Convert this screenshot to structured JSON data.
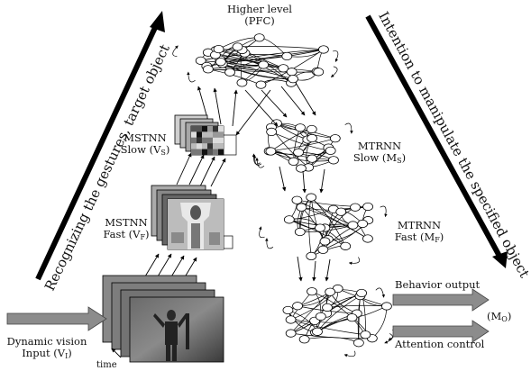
{
  "labels": {
    "higher_level": "Higher level",
    "pfc": "(PFC)",
    "mstnn_slow_title": "MSTNN",
    "mstnn_slow_sub": "Slow (V",
    "mstnn_slow_subscript": "S",
    "mstnn_fast_title": "MSTNN",
    "mstnn_fast_sub": "Fast (V",
    "mstnn_fast_subscript": "F",
    "mtrnn_slow_title": "MTRNN",
    "mtrnn_slow_sub": "Slow (M",
    "mtrnn_slow_subscript": "S",
    "mtrnn_fast_title": "MTRNN",
    "mtrnn_fast_sub": "Fast (M",
    "mtrnn_fast_subscript": "F",
    "behavior_output": "Behavior output",
    "mo_prefix": "(M",
    "mo_subscript": "O",
    "attention_control": "Attention control",
    "dynamic_vision": "Dynamic vision",
    "input_prefix": "Input (V",
    "input_subscript": "I",
    "time": "time",
    "left_diagonal": "Recognizing the gestures, target object",
    "right_diagonal": "Intention to manipulate the specified object",
    "close_paren": ")"
  },
  "colors": {
    "arrow_fill": "#8c8c8c",
    "line": "#000000"
  }
}
